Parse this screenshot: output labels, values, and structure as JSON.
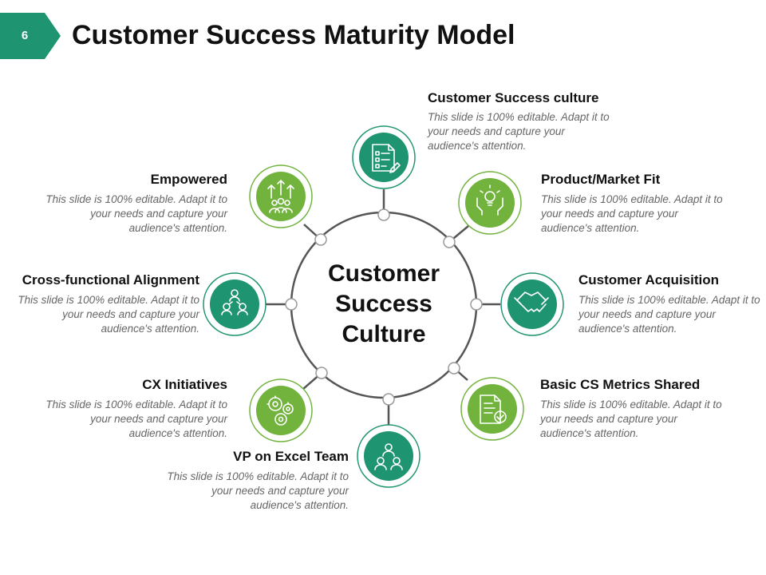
{
  "slide": {
    "page_number": "6",
    "title": "Customer Success Maturity Model"
  },
  "center": {
    "lines": [
      "Customer",
      "Success",
      "Culture"
    ]
  },
  "stages": [
    {
      "title": "Customer Success culture",
      "description": "This slide is 100% editable.  Adapt it to your needs and capture your audience's attention.",
      "icon": "document-checklist-icon",
      "color": "#1f9471"
    },
    {
      "title": "Product/Market Fit",
      "description": "This slide is 100% editable.  Adapt it to your needs and capture your audience's attention.",
      "icon": "hands-lightbulb-icon",
      "color": "#72b33e"
    },
    {
      "title": "Customer Acquisition",
      "description": "This slide is 100% editable.  Adapt it to your needs and capture your audience's attention.",
      "icon": "handshake-icon",
      "color": "#1f9471"
    },
    {
      "title": "Basic CS Metrics Shared",
      "description": "This slide is 100% editable.  Adapt it to your needs and capture your audience's attention.",
      "icon": "document-check-icon",
      "color": "#72b33e"
    },
    {
      "title": "VP on Excel Team",
      "description": "This slide is 100% editable.  Adapt it to your needs and capture your audience's attention.",
      "icon": "team-icon",
      "color": "#1f9471"
    },
    {
      "title": "CX Initiatives",
      "description": "This slide is 100% editable.  Adapt it to your needs and capture your audience's attention.",
      "icon": "gears-people-icon",
      "color": "#72b33e"
    },
    {
      "title": "Cross-functional Alignment",
      "description": "This slide is 100% editable.  Adapt it to your needs and capture your audience's attention.",
      "icon": "network-people-icon",
      "color": "#1f9471"
    },
    {
      "title": "Empowered",
      "description": "This slide is 100% editable.  Adapt it to your needs and capture your audience's attention.",
      "icon": "growth-arrows-people-icon",
      "color": "#72b33e"
    }
  ],
  "colors": {
    "teal": "#1f9471",
    "green": "#72b33e",
    "ring": "#555555",
    "text": "#111111",
    "muted": "#666666"
  }
}
